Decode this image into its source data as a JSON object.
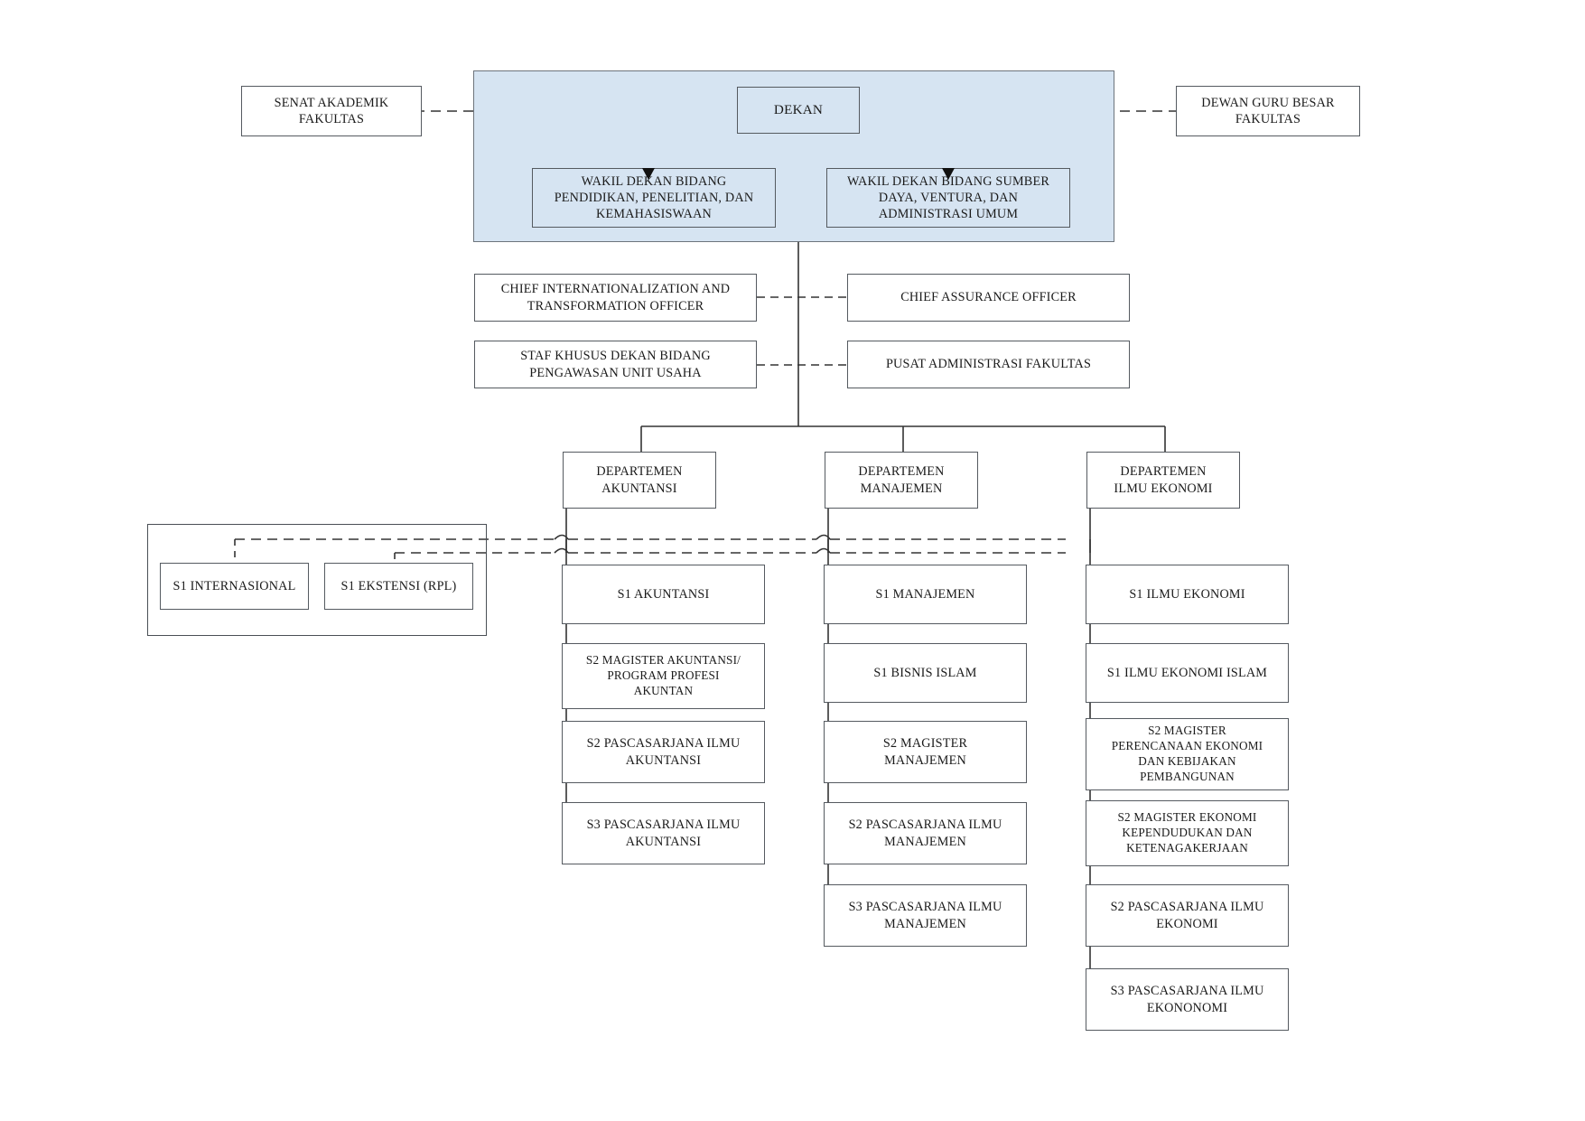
{
  "diagram": {
    "title": "Struktur Organisasi Fakultas",
    "colors": {
      "panel_fill": "#d6e4f2",
      "panel_border": "#6d747c",
      "box_border": "#555a60",
      "line": "#333333",
      "background": "#ffffff"
    }
  },
  "top": {
    "senat": "SENAT AKADEMIK\nFAKULTAS",
    "dekan": "DEKAN",
    "dewan_guru_besar": "DEWAN GURU BESAR\nFAKULTAS",
    "wakil_dekan_1": "WAKIL DEKAN BIDANG\nPENDIDIKAN, PENELITIAN, DAN\nKEMAHASISWAAN",
    "wakil_dekan_2": "WAKIL DEKAN BIDANG SUMBER\nDAYA, VENTURA, DAN\nADMINISTRASI UMUM"
  },
  "staff": {
    "cito": "CHIEF INTERNATIONALIZATION AND\nTRANSFORMATION OFFICER",
    "cao": "CHIEF ASSURANCE OFFICER",
    "staf_khusus": "STAF KHUSUS DEKAN BIDANG\nPENGAWASAN UNIT USAHA",
    "pusat_administrasi": "PUSAT ADMINISTRASI FAKULTAS"
  },
  "special_programs": [
    "S1 INTERNASIONAL",
    "S1 EKSTENSI (RPL)"
  ],
  "departments": [
    {
      "name": "DEPARTEMEN\nAKUNTANSI",
      "programs": [
        "S1 AKUNTANSI",
        "S2 MAGISTER AKUNTANSI/\nPROGRAM PROFESI\nAKUNTAN",
        "S2 PASCASARJANA ILMU\nAKUNTANSI",
        "S3 PASCASARJANA ILMU\nAKUNTANSI"
      ]
    },
    {
      "name": "DEPARTEMEN\nMANAJEMEN",
      "programs": [
        "S1 MANAJEMEN",
        "S1 BISNIS ISLAM",
        "S2 MAGISTER\nMANAJEMEN",
        "S2 PASCASARJANA ILMU\nMANAJEMEN",
        "S3 PASCASARJANA ILMU\nMANAJEMEN"
      ]
    },
    {
      "name": "DEPARTEMEN\nILMU EKONOMI",
      "programs": [
        "S1 ILMU EKONOMI",
        "S1 ILMU EKONOMI ISLAM",
        "S2 MAGISTER\nPERENCANAAN EKONOMI\nDAN KEBIJAKAN\nPEMBANGUNAN",
        "S2 MAGISTER EKONOMI\nKEPENDUDUKAN DAN\nKETENAGAKERJAAN",
        "S2 PASCASARJANA ILMU\nEKONOMI",
        "S3 PASCASARJANA ILMU\nEKONONOMI"
      ]
    }
  ]
}
